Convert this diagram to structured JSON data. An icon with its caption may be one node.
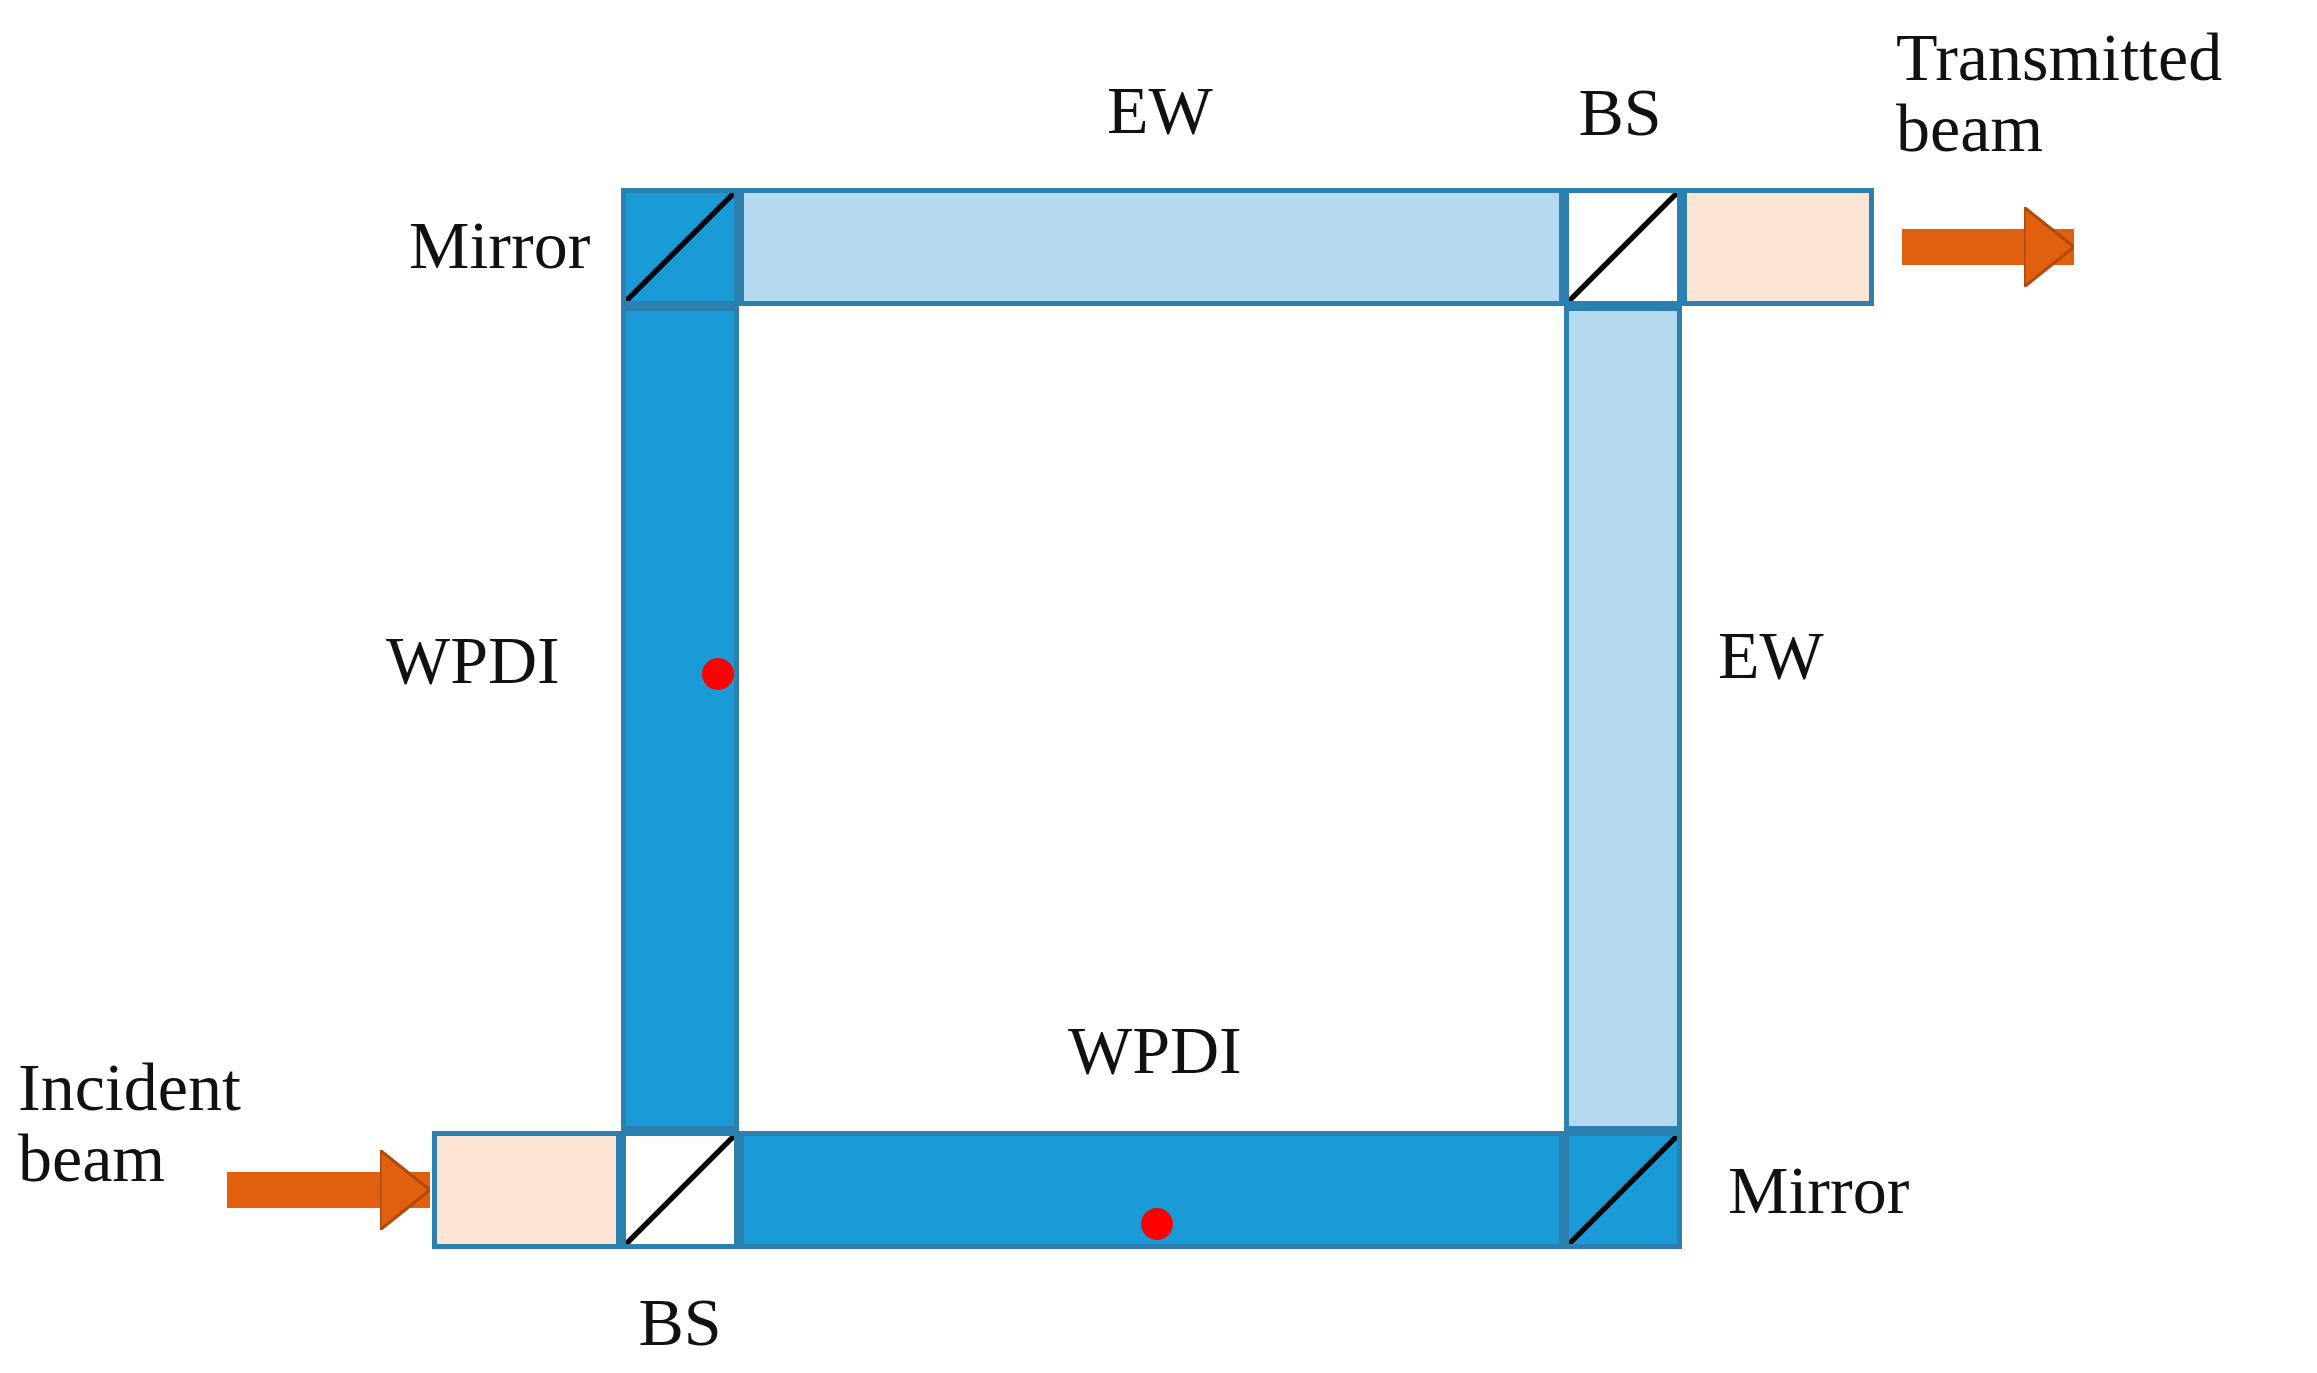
{
  "diagram": {
    "nodes": [
      {
        "text": [],
        "shape": "box",
        "beside": [
          "Mirror"
        ]
      },
      {
        "text": [],
        "shape": "box",
        "beside": [
          "EW"
        ]
      },
      {
        "text": [],
        "shape": "box",
        "beside": [
          "BS"
        ]
      },
      {
        "text": [],
        "shape": "box"
      },
      {
        "text": [],
        "shape": "box",
        "beside": [
          "WPDI"
        ]
      },
      {
        "text": [],
        "shape": "box",
        "beside": [
          "EW"
        ]
      },
      {
        "text": [],
        "shape": "box"
      },
      {
        "text": [],
        "shape": "box",
        "beside": [
          "BS"
        ]
      },
      {
        "text": [],
        "shape": "box",
        "beside": [
          "WPDI"
        ]
      },
      {
        "text": [],
        "shape": "box",
        "beside": [
          "Mirror"
        ]
      },
      {
        "text": [
          "Incident beam"
        ]
      },
      {
        "text": [
          "Transmitted beam"
        ]
      }
    ],
    "edges": [
      {
        "from": 10,
        "to": 6,
        "arrow": "to"
      },
      {
        "from": 3,
        "to": 11,
        "arrow": "to"
      }
    ]
  }
}
